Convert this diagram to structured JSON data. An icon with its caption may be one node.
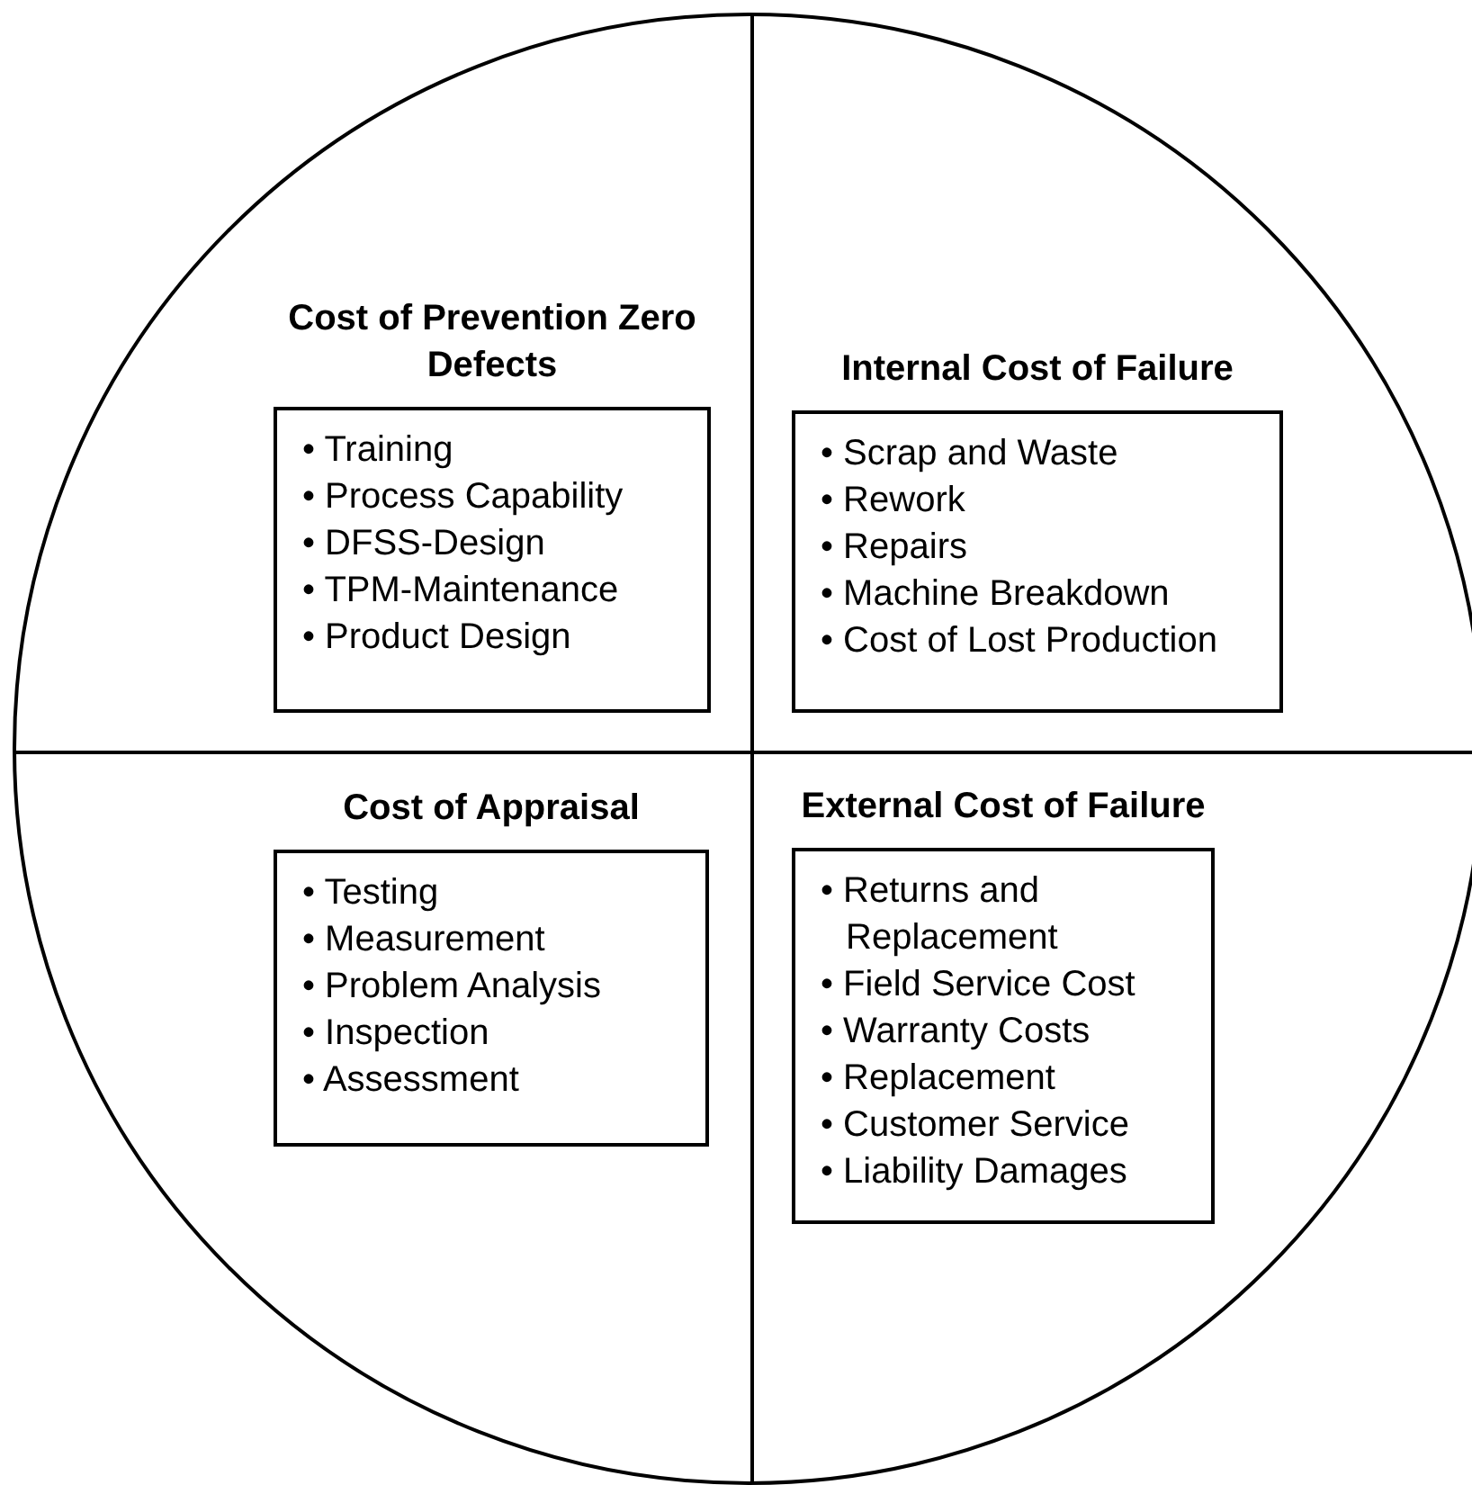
{
  "diagram": {
    "nodes": [
      {
        "text": [],
        "shape": "circle"
      },
      {
        "text": [
          "Cost of Prevention Zero Defects",
          "• Training",
          "• Process Capability",
          "• DFSS-Design",
          "• TPM-Maintenance",
          "• Product Design"
        ],
        "in": 0
      },
      {
        "text": [
          "Internal Cost of Failure",
          "• Scrap and Waste",
          "• Rework",
          "• Repairs",
          "• Machine Breakdown",
          "• Cost of Lost Production"
        ],
        "in": 0
      },
      {
        "text": [
          "Cost of Appraisal",
          "• Testing",
          "• Measurement",
          "• Problem Analysis",
          "• Inspection",
          "• Assessment"
        ],
        "in": 0
      },
      {
        "text": [
          "External Cost of Failure",
          "• Returns and Replacement",
          "• Field Service Cost",
          "• Warranty Costs",
          "• Replacement",
          "• Customer Service",
          "• Liability Damages"
        ],
        "in": 0
      }
    ],
    "edges": []
  }
}
